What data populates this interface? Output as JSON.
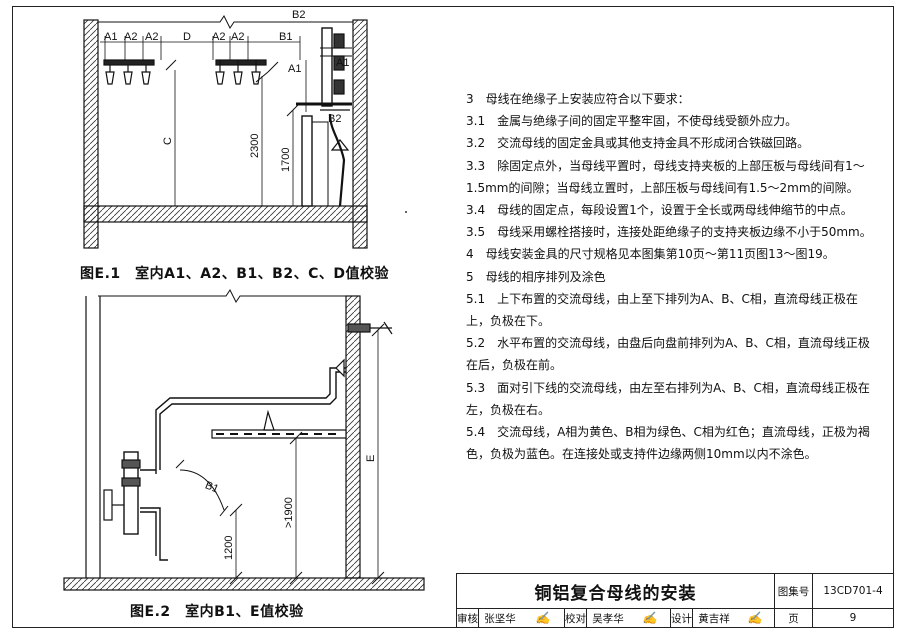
{
  "figure1": {
    "caption": "图E.1　室内A1、A2、B1、B2、C、D值校验",
    "labels": {
      "a1": "A1",
      "a2": "A2",
      "d": "D",
      "b1": "B1",
      "b2": "B2",
      "c": "C",
      "h2300": "2300",
      "h1700": "1700"
    }
  },
  "figure2": {
    "caption": "图E.2　室内B1、E值校验",
    "labels": {
      "b1": "B1",
      "e": "E",
      "h1900": ">1900",
      "h1200": "1200"
    }
  },
  "notes": [
    "3　母线在绝缘子上安装应符合以下要求：",
    "3.1　金属与绝缘子间的固定平整牢固，不使母线受额外应力。",
    "3.2　交流母线的固定金具或其他支持金具不形成闭合铁磁回路。",
    "3.3　除固定点外，当母线平置时，母线支持夹板的上部压板与母线间有1～1.5mm的间隙；当母线立置时，上部压板与母线间有1.5～2mm的间隙。",
    "3.4　母线的固定点，每段设置1个，设置于全长或两母线伸缩节的中点。",
    "3.5　母线采用螺栓搭接时，连接处距绝缘子的支持夹板边缘不小于50mm。",
    "4　母线安装金具的尺寸规格见本图集第10页～第11页图13～图19。",
    "5　母线的相序排列及涂色",
    "5.1　上下布置的交流母线，由上至下排列为A、B、C相，直流母线正极在上，负极在下。",
    "5.2　水平布置的交流母线，由盘后向盘前排列为A、B、C相，直流母线正极在后，负极在前。",
    "5.3　面对引下线的交流母线，由左至右排列为A、B、C相，直流母线正极在左，负极在右。",
    "5.4　交流母线，A相为黄色、B相为绿色、C相为红色；直流母线，正极为褐色，负极为蓝色。在连接处或支持件边缘两侧10mm以内不涂色。"
  ],
  "titleblock": {
    "title": "铜铝复合母线的安装",
    "atlas_label": "图集号",
    "atlas_no": "13CD701-4",
    "review_label": "审核",
    "reviewer": "张坚华",
    "check_label": "校对",
    "checker": "吴孝华",
    "design_label": "设计",
    "designer": "黄吉祥",
    "page_label": "页",
    "page_no": "9"
  }
}
